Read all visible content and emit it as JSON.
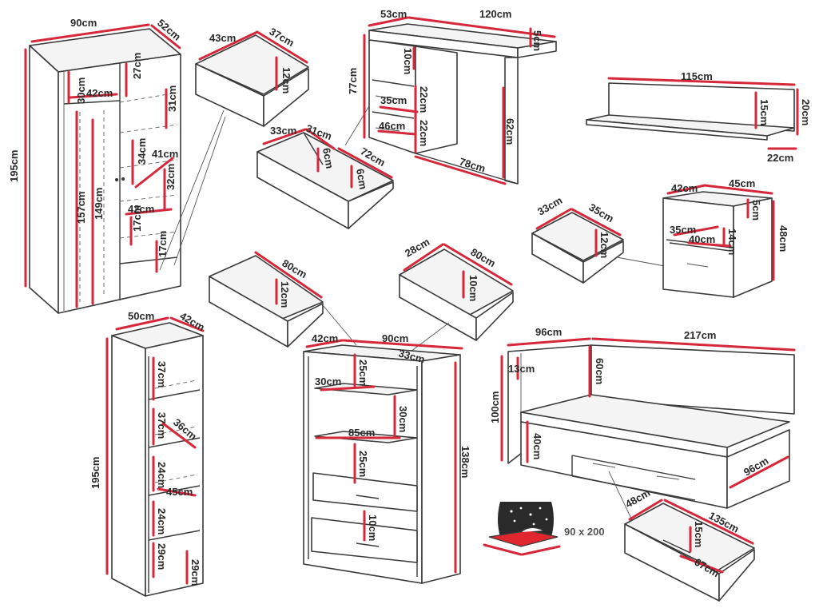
{
  "labels": {
    "ward_w": "90cm",
    "ward_d": "52cm",
    "ward_h": "195cm",
    "ward_30": "30cm",
    "ward_42a": "42cm",
    "ward_27": "27cm",
    "ward_31": "31cm",
    "ward_34": "34cm",
    "ward_41": "41cm",
    "ward_32": "32cm",
    "ward_42b": "42cm",
    "ward_17a": "17cm",
    "ward_17b": "17cm",
    "ward_149": "149cm",
    "ward_157": "157cm",
    "dr1_43": "43cm",
    "dr1_37": "37cm",
    "dr1_12": "12cm",
    "dr2_33": "33cm",
    "dr2_31": "31cm",
    "dr2_6a": "6cm",
    "dr2_72": "72cm",
    "dr2_6b": "6cm",
    "desk_53": "53cm",
    "desk_120": "120cm",
    "desk_5": "5cm",
    "desk_77": "77cm",
    "desk_10": "10cm",
    "desk_35": "35cm",
    "desk_22a": "22cm",
    "desk_46": "46cm",
    "desk_22b": "22cm",
    "desk_62": "62cm",
    "desk_78": "78cm",
    "shelf_115": "115cm",
    "shelf_15": "15cm",
    "shelf_20": "20cm",
    "shelf_22": "22cm",
    "ns_dr_33": "33cm",
    "ns_dr_35": "35cm",
    "ns_dr_12": "12cm",
    "ns_42": "42cm",
    "ns_45": "45cm",
    "ns_5": "5cm",
    "ns_35": "35cm",
    "ns_40": "40cm",
    "ns_14": "14cm",
    "ns_48": "48cm",
    "bdr_80": "80cm",
    "bdr_12": "12cm",
    "bdr2_28": "28cm",
    "bdr2_80": "80cm",
    "bdr2_10": "10cm",
    "tall_50": "50cm",
    "tall_42": "42cm",
    "tall_195": "195cm",
    "tall_37a": "37cm",
    "tall_37b": "37cm",
    "tall_36": "36cm",
    "tall_24a": "24cm",
    "tall_45": "45cm",
    "tall_24b": "24cm",
    "tall_29a": "29cm",
    "tall_29b": "29cm",
    "bk_42": "42cm",
    "bk_90": "90cm",
    "bk_33": "33cm",
    "bk_30a": "30cm",
    "bk_25a": "25cm",
    "bk_30b": "30cm",
    "bk_85": "85cm",
    "bk_25b": "25cm",
    "bk_10": "10cm",
    "bk_138": "138cm",
    "bed_96a": "96cm",
    "bed_217": "217cm",
    "bed_13": "13cm",
    "bed_60": "60cm",
    "bed_100": "100cm",
    "bed_40": "40cm",
    "bed_96b": "96cm",
    "mat_size": "90 x 200",
    "bd_48": "48cm",
    "bd_135": "135cm",
    "bd_15": "15cm",
    "bd_67": "67cm"
  },
  "colors": {
    "dimension": "#d6283a",
    "outline": "#3a3a3a",
    "mattress": "#e0262f"
  }
}
